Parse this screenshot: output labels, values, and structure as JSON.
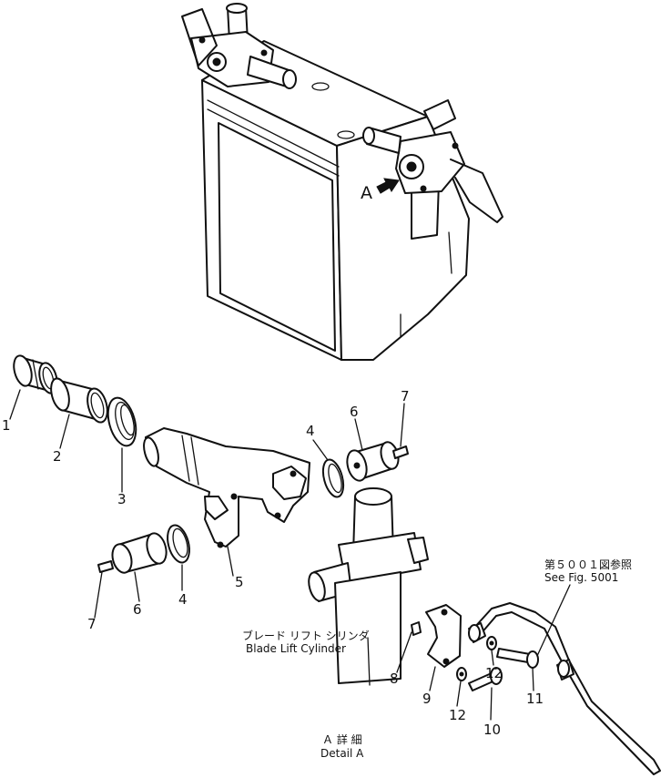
{
  "labels": {
    "arrow_a": "A",
    "ref_jp": "第５００１図参照",
    "ref_en": "See Fig. 5001",
    "cyl_jp": "ブレード リフト シリンダ",
    "cyl_en": "Blade Lift Cylinder",
    "detail_jp": "Ａ 詳 細",
    "detail_en": "Detail A"
  },
  "callouts": {
    "p1": "1",
    "p2": "2",
    "p3": "3",
    "p4a": "4",
    "p4b": "4",
    "p5": "5",
    "p6a": "6",
    "p6b": "6",
    "p7a": "7",
    "p7b": "7",
    "p8": "8",
    "p9": "9",
    "p10": "10",
    "p11": "11",
    "p12a": "12",
    "p12b": "12"
  }
}
